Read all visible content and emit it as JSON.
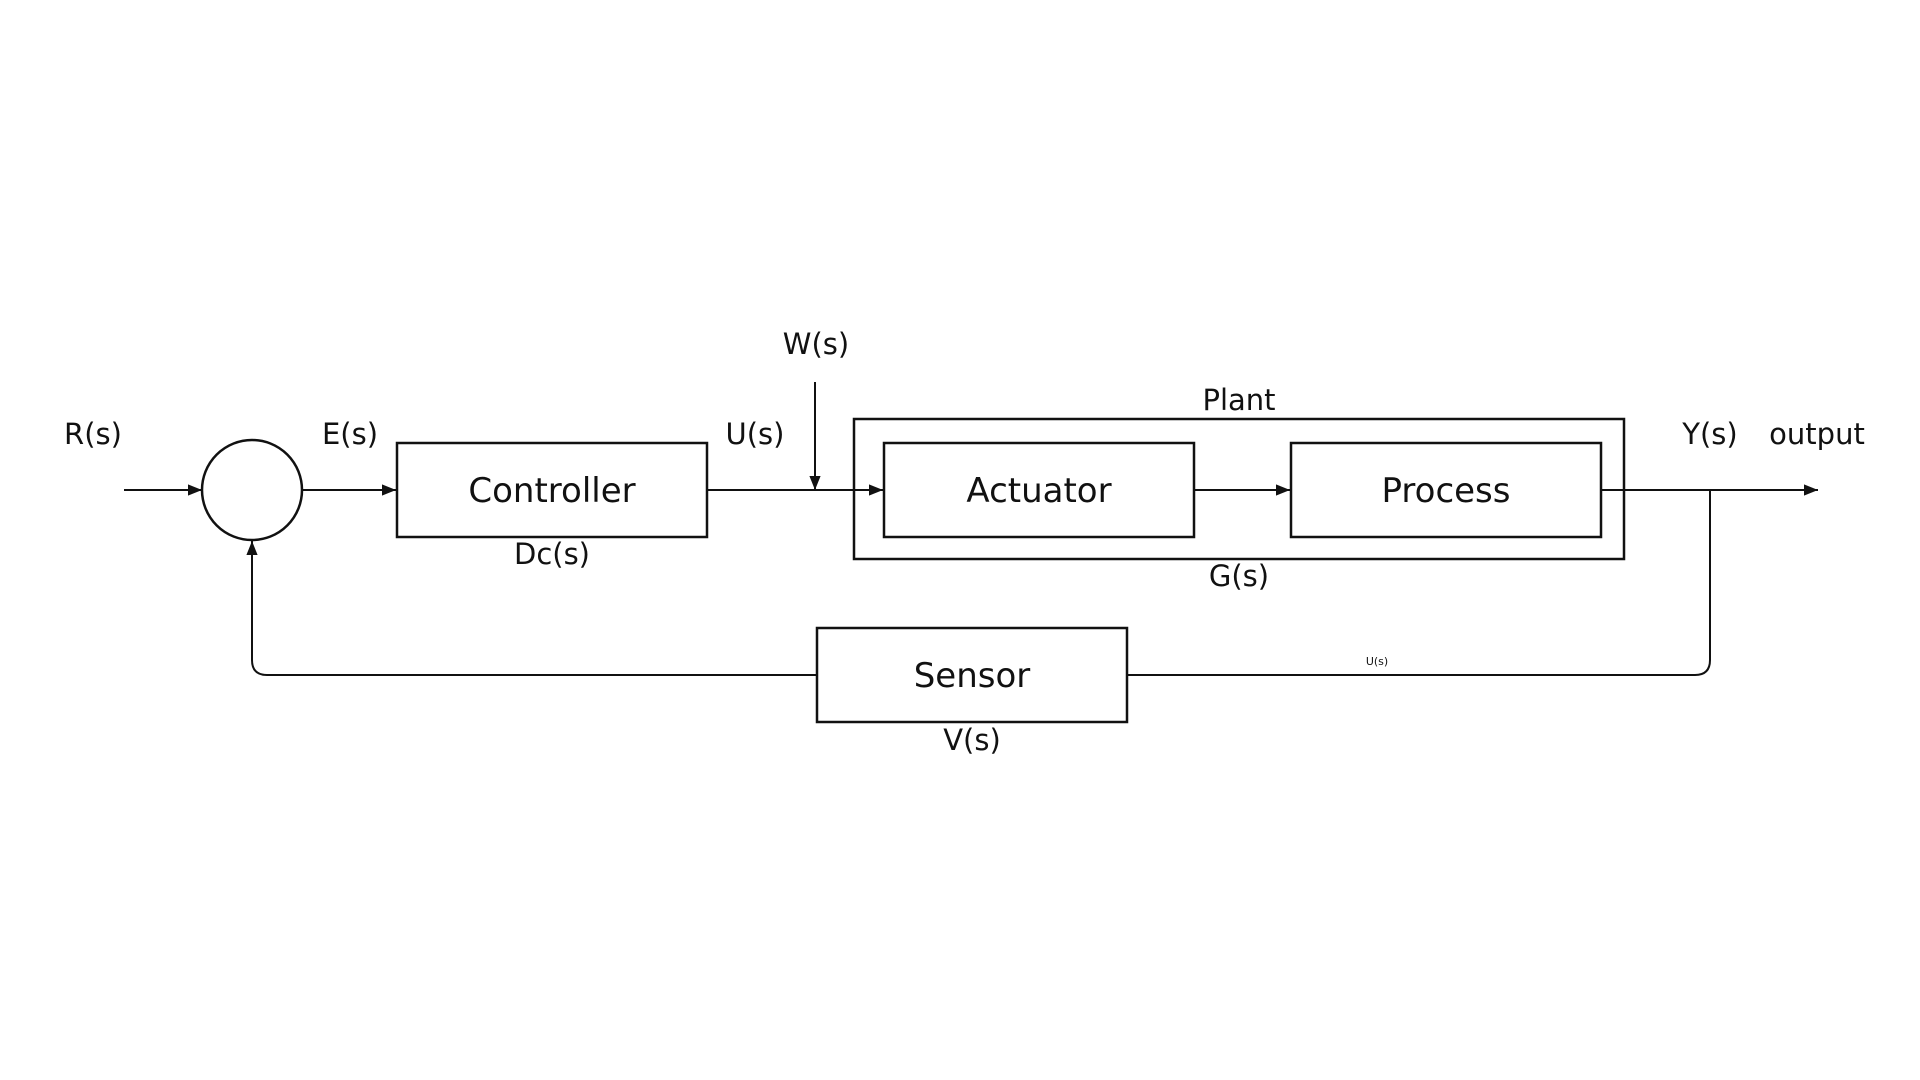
{
  "colors": {
    "background": "#ffffff",
    "line": "#111111",
    "text": "#111111"
  },
  "blocks": {
    "controller": {
      "label": "Controller",
      "tf": "Dc(s)"
    },
    "plant": {
      "label": "Plant",
      "tf": "G(s)"
    },
    "actuator": {
      "label": "Actuator"
    },
    "process": {
      "label": "Process"
    },
    "sensor": {
      "label": "Sensor",
      "tf": "V(s)"
    }
  },
  "signals": {
    "reference": "R(s)",
    "error": "E(s)",
    "control": "U(s)",
    "disturbance": "W(s)",
    "output_tf": "Y(s)",
    "output": "output",
    "feedback_small": "U(s)"
  }
}
